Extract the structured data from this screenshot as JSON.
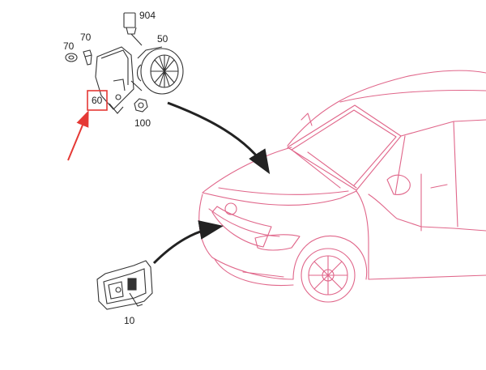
{
  "diagram": {
    "callouts": {
      "part_904": "904",
      "part_50": "50",
      "part_70a": "70",
      "part_70b": "70",
      "part_60": "60",
      "part_100": "100",
      "part_10": "10"
    },
    "colors": {
      "vehicle_outline": "#e0668a",
      "parts_outline": "#333333",
      "highlight": "#e53935",
      "background": "#ffffff"
    }
  }
}
